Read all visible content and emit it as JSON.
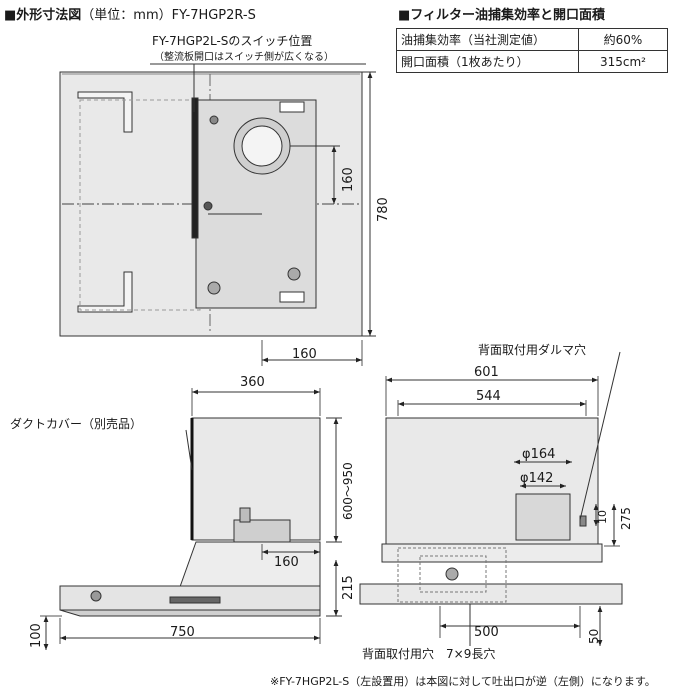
{
  "headings": {
    "outline_title": "■外形寸法図",
    "outline_unit": "（単位：mm）",
    "outline_model": "FY-7HGP2R-S",
    "filter_title": "■フィルター油捕集効率と開口面積"
  },
  "spec_table": {
    "rows": [
      {
        "label": "油捕集効率（当社測定値）",
        "value": "約60%"
      },
      {
        "label": "開口面積（1枚あたり）",
        "value": "315cm²"
      }
    ]
  },
  "top_view": {
    "switch_label": "FY-7HGP2L-Sのスイッチ位置",
    "switch_note": "（整流板開口はスイッチ側が広くなる）",
    "dim_depth": "780",
    "dim_duct_offset": "160",
    "dim_duct_from_right": "160"
  },
  "side_view": {
    "duct_cover_label": "ダクトカバー（別売品）",
    "dim_duct_width": "360",
    "dim_cover_height": "600〜950",
    "dim_duct_offset": "160",
    "dim_body_height": "215",
    "dim_bottom": "100",
    "dim_depth": "750"
  },
  "front_view": {
    "mount_hole_label": "背面取付用ダルマ穴",
    "dim_total_width": "601",
    "dim_inner_width": "544",
    "dim_duct_outer": "φ164",
    "dim_duct_inner": "φ142",
    "dim_10": "10",
    "dim_275": "275",
    "dim_500": "500",
    "dim_50": "50",
    "bottom_hole_label": "背面取付用穴　7×9長穴"
  },
  "footnote": "※FY-7HGP2L-S（左設置用）は本図に対して吐出口が逆（左側）になります。"
}
